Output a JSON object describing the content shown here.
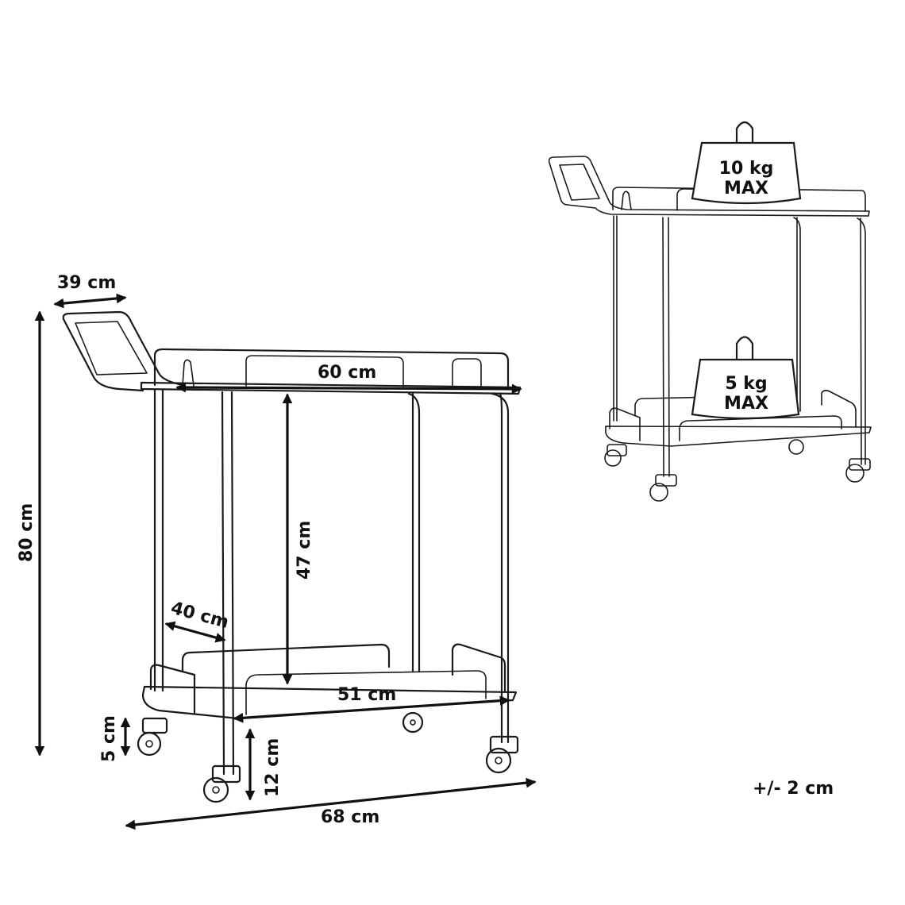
{
  "dimensions": {
    "handle_depth": "39 cm",
    "total_height": "80 cm",
    "top_shelf_width": "60 cm",
    "shelf_gap": "47 cm",
    "shelf_depth": "40 cm",
    "bottom_shelf_width": "51 cm",
    "wheel_height": "5 cm",
    "ground_clearance": "12 cm",
    "total_length": "68 cm"
  },
  "tolerance": "+/- 2 cm",
  "load_limits": {
    "top": {
      "weight": "10 kg",
      "label": "MAX"
    },
    "bottom": {
      "weight": "5 kg",
      "label": "MAX"
    }
  }
}
